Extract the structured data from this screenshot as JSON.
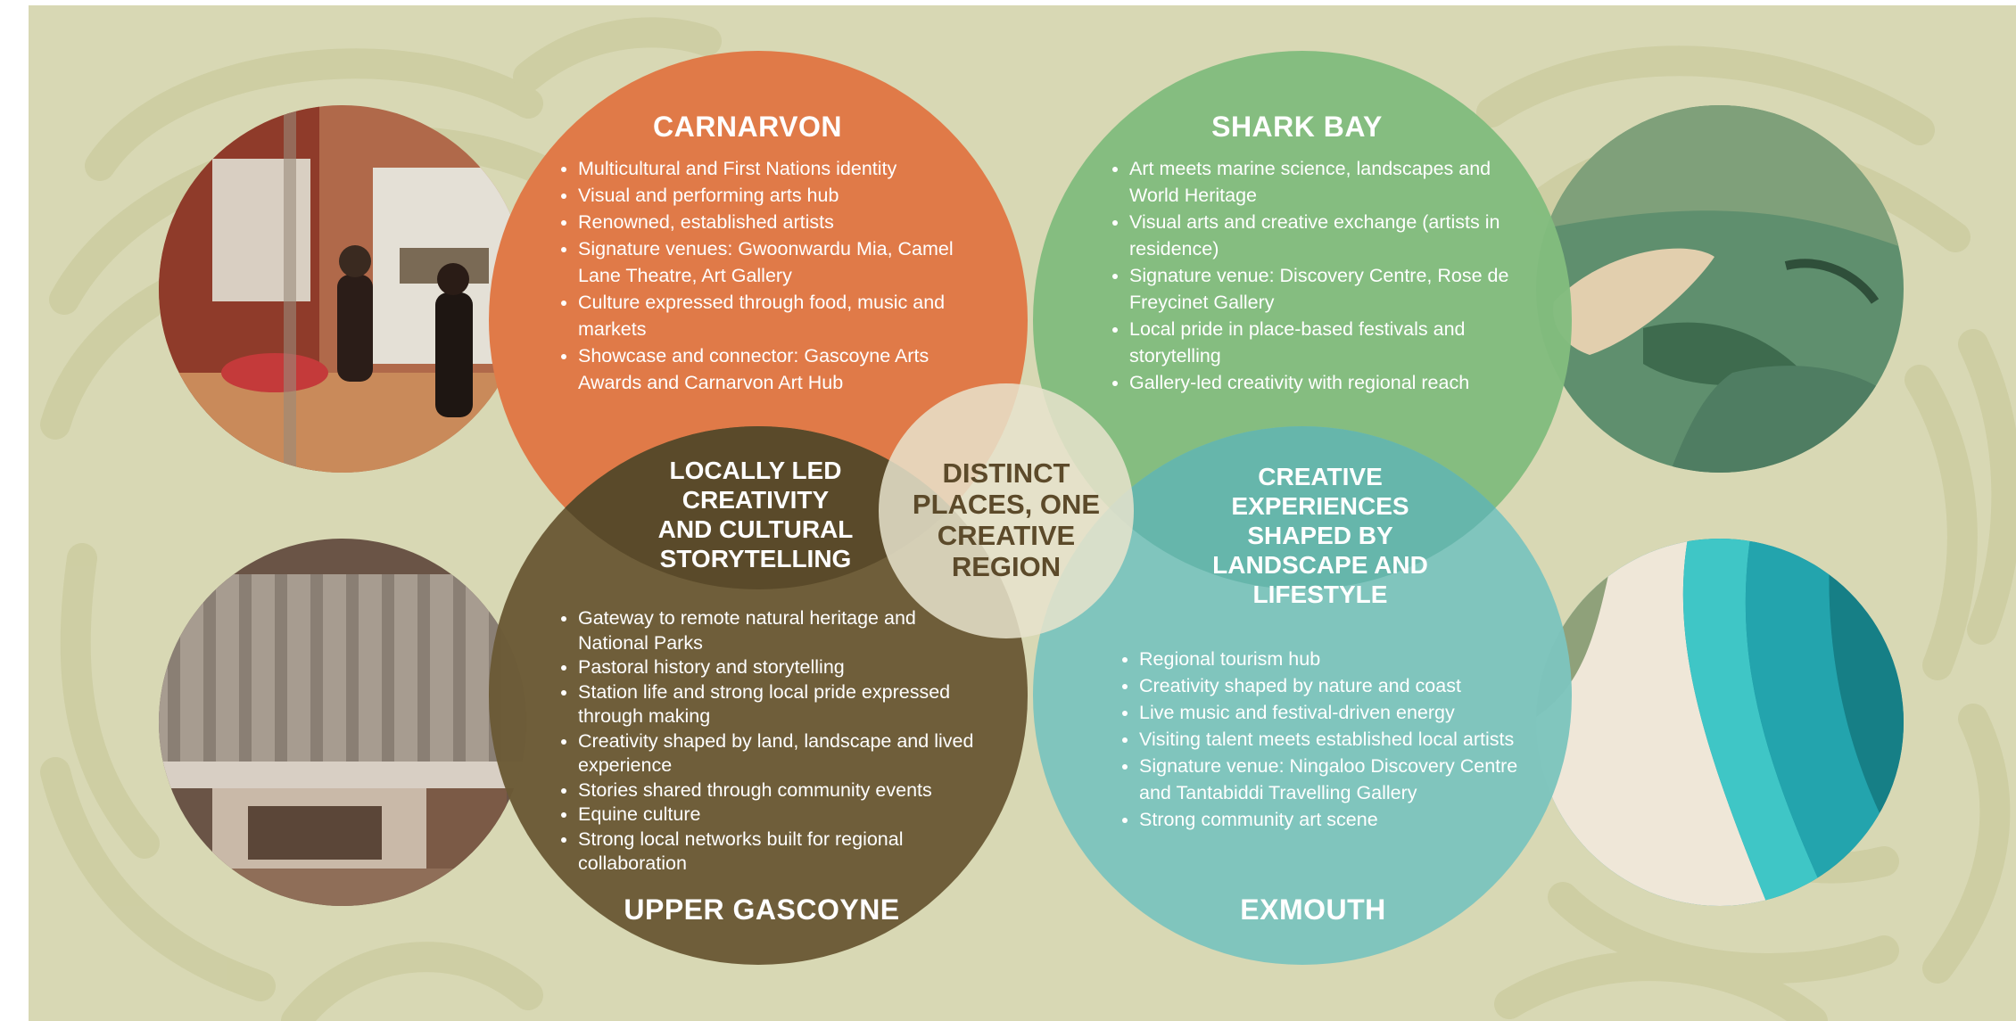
{
  "regions": {
    "carnarvon": {
      "title": "CARNARVON",
      "color": "#e07a48",
      "bullets": [
        "Multicultural and First Nations identity",
        "Visual and performing arts hub",
        "Renowned, established artists",
        "Signature venues: Gwoonwardu Mia, Camel Lane Theatre, Art Gallery",
        "Culture expressed through food, music and markets",
        "Showcase and connector: Gascoyne Arts Awards and Carnarvon Art Hub"
      ]
    },
    "shark_bay": {
      "title": "SHARK BAY",
      "color": "#82bc7e",
      "bullets": [
        "Art meets marine science, landscapes and World Heritage",
        "Visual arts and creative exchange (artists in residence)",
        "Signature venue: Discovery Centre, Rose de Freycinet Gallery",
        "Local pride in place-based festivals and storytelling",
        "Gallery-led creativity with regional reach"
      ]
    },
    "upper_gascoyne": {
      "title": "UPPER GASCOYNE",
      "color": "#6b5a36",
      "bullets": [
        "Gateway to remote natural heritage and National Parks",
        "Pastoral history and storytelling",
        "Station life and strong local pride expressed through making",
        "Creativity shaped by land, landscape and lived experience",
        "Stories shared through community events",
        "Equine culture",
        "Strong local networks built for regional collaboration"
      ]
    },
    "exmouth": {
      "title": "EXMOUTH",
      "color": "#7dc4bd",
      "bullets": [
        "Regional tourism hub",
        "Creativity shaped by nature and coast",
        "Live music and festival-driven energy",
        "Visiting talent meets established local artists",
        "Signature venue: Ningaloo Discovery Centre and Tantabiddi Travelling Gallery",
        "Strong community art scene"
      ]
    }
  },
  "overlaps": {
    "left": "LOCALLY LED CREATIVITY AND CULTURAL STORYTELLING",
    "right": "CREATIVE EXPERIENCES SHAPED BY LANDSCAPE AND LIFESTYLE"
  },
  "center": "DISTINCT PLACES, ONE CREATIVE REGION",
  "colors": {
    "background": "#d8d8b4",
    "pattern": "#cfcfa6",
    "center_circle": "#e8e3cc",
    "center_text": "#5c4a2a"
  }
}
